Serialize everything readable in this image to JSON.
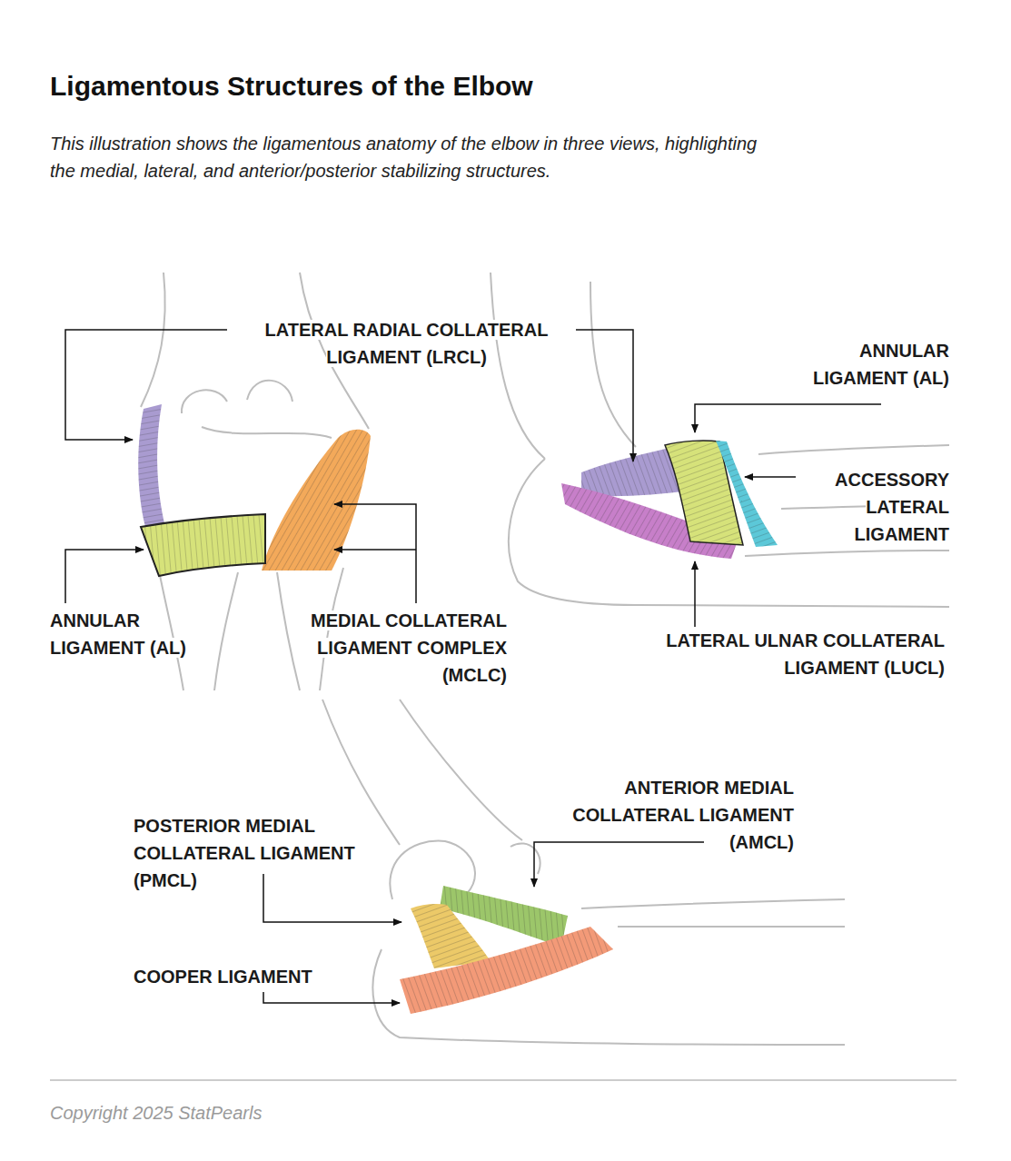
{
  "diagram": {
    "title": "Ligamentous Structures of the Elbow",
    "caption": "This illustration shows the ligamentous anatomy of the elbow in three views, highlighting the medial, lateral, and anterior/posterior stabilizing structures.",
    "labels": [
      "LATERAL RADIAL COLLATERAL LIGAMENT (LRCL)",
      "ANNULAR LIGAMENT (AL)",
      "ACCESSORY LATERAL LIGAMENT",
      "ANNULAR LIGAMENT (AL)",
      "MEDIAL COLLATERAL LIGAMENT COMPLEX (MCLC)",
      "LATERAL ULNAR COLLATERAL LIGAMENT (LUCL)",
      "ANTERIOR MEDIAL COLLATERAL LIGAMENT (AMCL)",
      "POSTERIOR MEDIAL COLLATERAL LIGAMENT (PMCL)",
      "COOPER LIGAMENT",
      "Copyright 2025 StatPearls"
    ]
  }
}
